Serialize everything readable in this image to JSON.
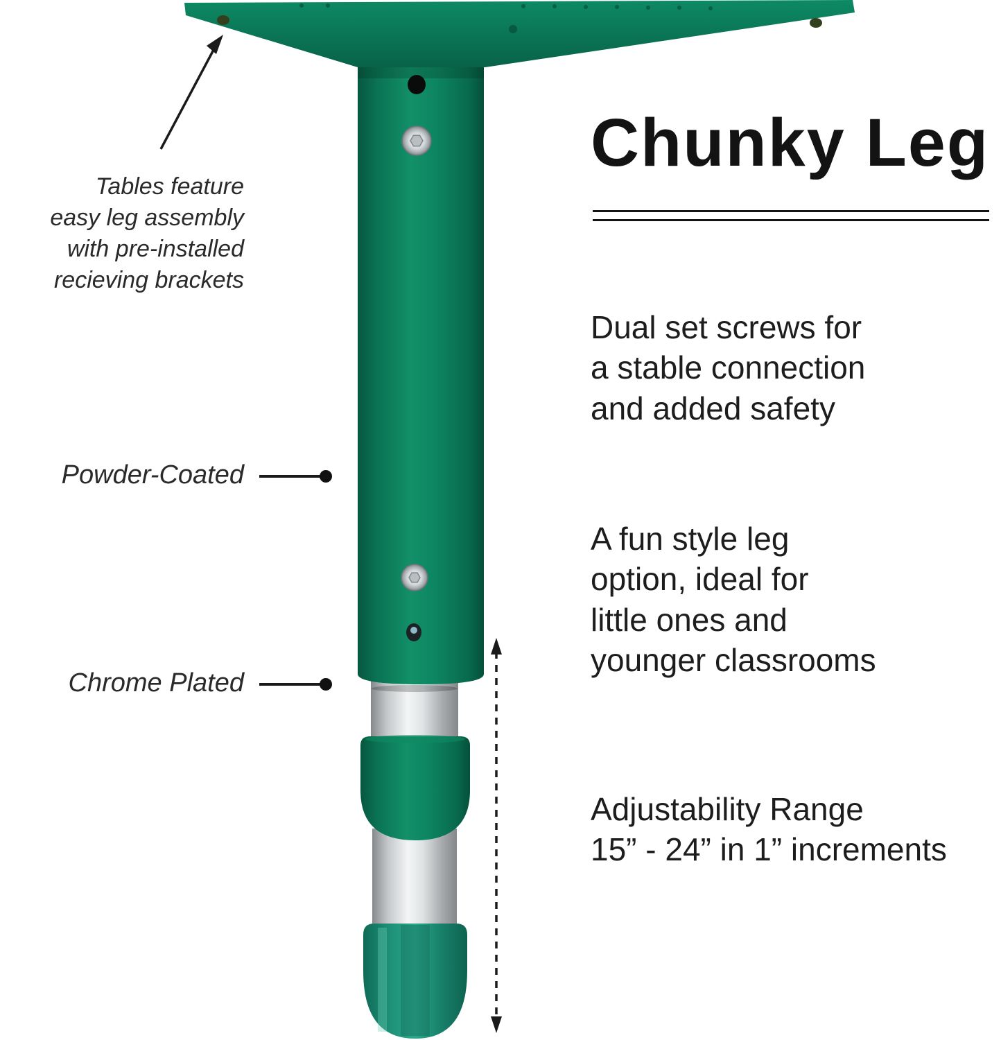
{
  "colors": {
    "leg_green": "#0b7b55",
    "foot_teal": "#1f9680",
    "chrome": "#d9dcde",
    "text": "#1d1d1d"
  },
  "illustration": {
    "assembly_note": "Tables feature\neasy leg assembly\nwith pre-installed\nrecieving brackets",
    "powder_coated_label": "Powder-Coated",
    "chrome_plated_label": "Chrome Plated"
  },
  "details": {
    "title": "Chunky Leg",
    "features": [
      {
        "text": "Dual set screws for\na stable connection\nand added safety"
      },
      {
        "text": "A fun style leg\noption, ideal for\nlittle ones and\nyounger classrooms"
      },
      {
        "text": "Adjustability Range\n15” - 24” in 1” increments"
      }
    ]
  }
}
